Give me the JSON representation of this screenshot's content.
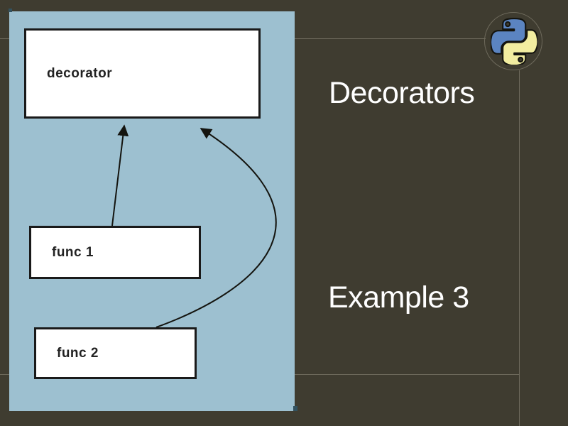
{
  "slide": {
    "title": "Decorators",
    "subtitle": "Example 3"
  },
  "diagram": {
    "boxes": [
      {
        "id": "decorator",
        "label": "decorator"
      },
      {
        "id": "func1",
        "label": "func 1"
      },
      {
        "id": "func2",
        "label": "func 2"
      }
    ],
    "arrows": [
      {
        "from": "func 1",
        "to": "decorator",
        "style": "straight"
      },
      {
        "from": "func 2",
        "to": "decorator",
        "style": "curved"
      }
    ]
  },
  "icons": {
    "python_logo": "python-logo-icon"
  },
  "colors": {
    "background": "#3f3c30",
    "panel": "#9dc0d0",
    "frame_line": "#6e6a5c",
    "title_text": "#ffffff",
    "box_fill": "#ffffff",
    "box_border": "#1a1a1a",
    "corner_notch": "#33525f",
    "python_blue": "#5b84c1",
    "python_yellow": "#f2eda0"
  }
}
